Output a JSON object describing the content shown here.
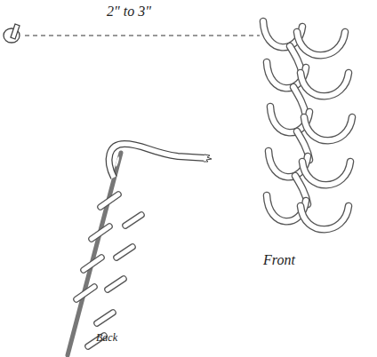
{
  "diagram": {
    "labels": [
      "2\" to 3\"",
      "Front",
      "Back"
    ]
  }
}
